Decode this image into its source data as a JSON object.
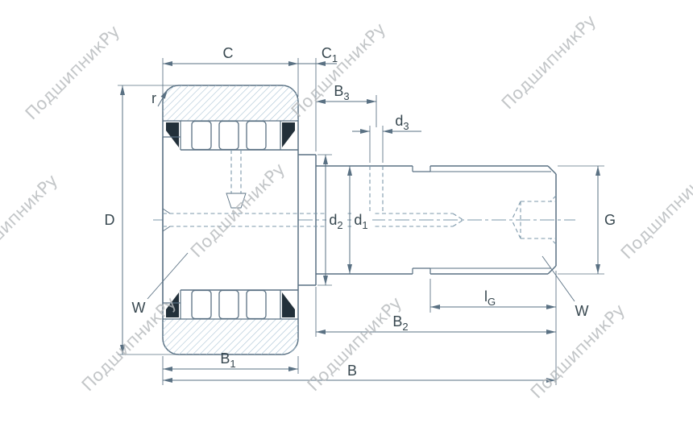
{
  "watermark": {
    "text": "ПодшипникРу"
  },
  "colors": {
    "line": "#5a7183",
    "hatch": "#a9c3d4",
    "hidden": "#7e99ab",
    "label_text": "#37474f",
    "seal": "#22303a",
    "watermark": "#b6babd",
    "background": "#ffffff"
  },
  "labels": {
    "C": {
      "main": "C",
      "sub": ""
    },
    "C1": {
      "main": "C",
      "sub": "1"
    },
    "B3": {
      "main": "B",
      "sub": "3"
    },
    "d3": {
      "main": "d",
      "sub": "3"
    },
    "D": {
      "main": "D",
      "sub": ""
    },
    "r": {
      "main": "r",
      "sub": ""
    },
    "d2": {
      "main": "d",
      "sub": "2"
    },
    "d1": {
      "main": "d",
      "sub": "1"
    },
    "G": {
      "main": "G",
      "sub": ""
    },
    "Wl": {
      "main": "W",
      "sub": ""
    },
    "Wr": {
      "main": "W",
      "sub": ""
    },
    "lG": {
      "main": "l",
      "sub": "G"
    },
    "B2": {
      "main": "B",
      "sub": "2"
    },
    "B1": {
      "main": "B",
      "sub": "1"
    },
    "B": {
      "main": "B",
      "sub": ""
    }
  }
}
